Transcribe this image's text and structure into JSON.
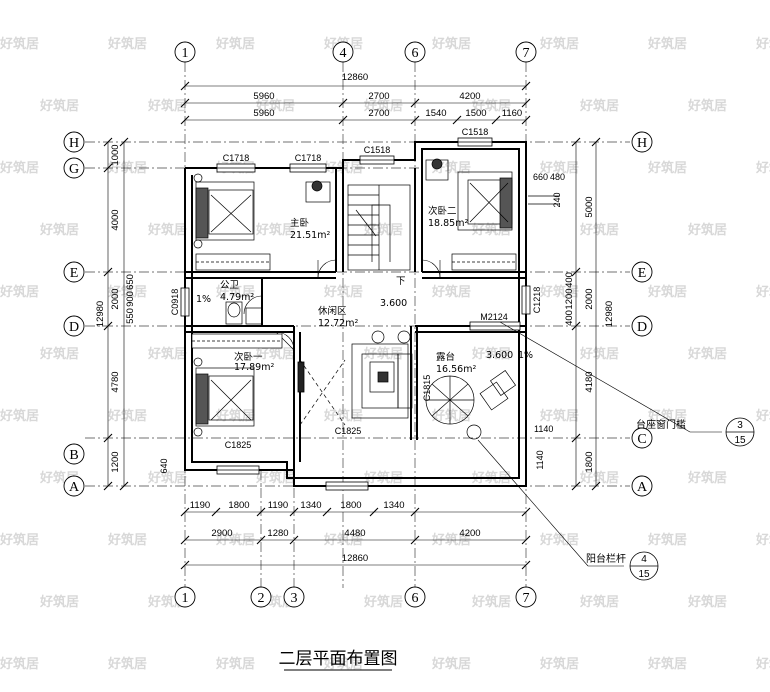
{
  "title": "二层平面布置图",
  "watermark": "好筑居",
  "axes": {
    "top": [
      "1",
      "4",
      "6",
      "7"
    ],
    "bottom": [
      "1",
      "2",
      "3",
      "6",
      "7"
    ],
    "left": [
      "H",
      "G",
      "E",
      "D",
      "B",
      "A"
    ],
    "right": [
      "H",
      "E",
      "D",
      "C",
      "A"
    ]
  },
  "dims_top": {
    "overall": "12860",
    "row1": [
      "5960",
      "2700",
      "4200"
    ],
    "row2": [
      "5960",
      "2700",
      "1540",
      "1500",
      "1160"
    ]
  },
  "dims_bottom": {
    "row1": [
      "1190",
      "1800",
      "1190",
      "1340",
      "1800",
      "1340"
    ],
    "row2": [
      "2900",
      "1280",
      "4480",
      "4200"
    ],
    "overall": "12860"
  },
  "dims_left": {
    "segments": [
      "1000",
      "4000",
      "2000",
      "650",
      "900",
      "550",
      "4780",
      "1200"
    ],
    "overall": "12980"
  },
  "dims_right": {
    "segments": [
      "5000",
      "2000",
      "400",
      "1200",
      "400",
      "4180",
      "1800"
    ],
    "overall": "12980"
  },
  "rooms": {
    "master": {
      "name": "主卧",
      "area": "21.51m²"
    },
    "second": {
      "name": "次卧二",
      "area": "18.85m²"
    },
    "bath": {
      "name": "公卫",
      "area": "4.79m²"
    },
    "slope": "1%",
    "lounge": {
      "name": "休闲区",
      "area": "12.72m²"
    },
    "level1": "3.600",
    "bedroom1": {
      "name": "次卧一",
      "area": "17.89m²"
    },
    "terrace": {
      "name": "露台",
      "area": "16.56m²"
    },
    "level2": "3.600",
    "slope2": "1%",
    "stair_down": "下"
  },
  "windows": {
    "c1718a": "C1718",
    "c1718b": "C1718",
    "c1518a": "C1518",
    "c1518b": "C1518",
    "c0918": "C0918",
    "c1825a": "C1825",
    "c1825b": "C1825",
    "c1218": "C1218",
    "m2124": "M2124",
    "c1815": "C1815"
  },
  "misc": {
    "d660": "660",
    "d480": "480",
    "d240": "240",
    "d640": "640",
    "d1140a": "1140",
    "d1140b": "1140"
  },
  "refs": {
    "r1": {
      "label": "台座窗门槛",
      "num": "3",
      "sheet": "15"
    },
    "r2": {
      "label": "阳台栏杆",
      "num": "4",
      "sheet": "15"
    }
  }
}
